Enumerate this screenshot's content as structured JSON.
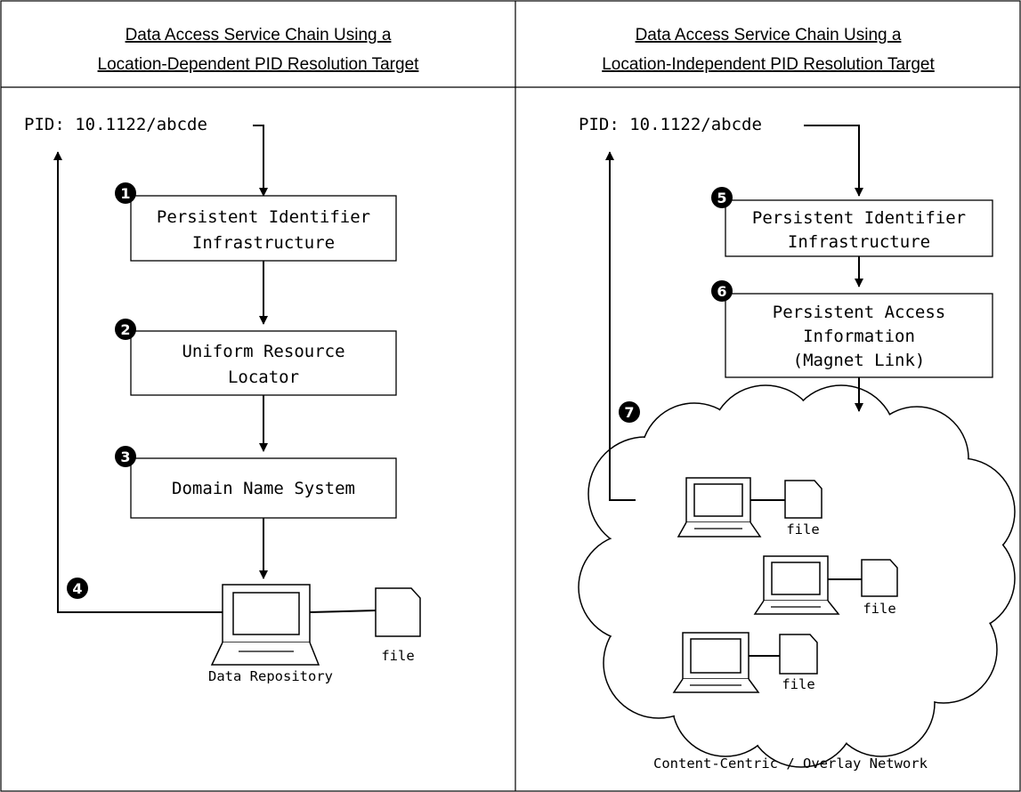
{
  "left_panel": {
    "title_line1": "Data Access Service Chain Using a",
    "title_line2": "Location-Dependent PID Resolution Target",
    "pid": "PID: 10.1122/abcde",
    "steps": [
      {
        "number": "1",
        "line1": "Persistent Identifier",
        "line2": "Infrastructure"
      },
      {
        "number": "2",
        "line1": "Uniform Resource",
        "line2": "Locator"
      },
      {
        "number": "3",
        "line1": "Domain Name System",
        "line2": ""
      }
    ],
    "return_step": "4",
    "repository_label": "Data Repository",
    "file_label": "file"
  },
  "right_panel": {
    "title_line1": "Data Access Service Chain Using a",
    "title_line2": "Location-Independent PID Resolution Target",
    "pid": "PID: 10.1122/abcde",
    "steps": [
      {
        "number": "5",
        "line1": "Persistent Identifier",
        "line2": "Infrastructure",
        "line3": ""
      },
      {
        "number": "6",
        "line1": "Persistent Access",
        "line2": "Information",
        "line3": "(Magnet Link)"
      }
    ],
    "return_step": "7",
    "file_labels": [
      "file",
      "file",
      "file"
    ],
    "network_label": "Content-Centric / Overlay Network"
  },
  "icons": [
    "laptop-icon",
    "file-icon",
    "cloud-icon",
    "arrow-icon"
  ],
  "colors": {
    "line": "#000000",
    "badge": "#000000",
    "background": "#ffffff"
  }
}
